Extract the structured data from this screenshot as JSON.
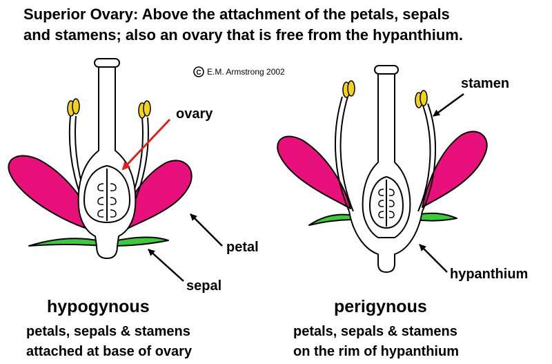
{
  "title_line1": "Superior Ovary:  Above the attachment of the petals, sepals",
  "title_line2": "and stamens; also an ovary that is free from the hypanthium.",
  "copyright": "E.M. Armstrong 2002",
  "copyright_symbol": "C",
  "labels": {
    "ovary": "ovary",
    "stamen": "stamen",
    "petal": "petal",
    "sepal": "sepal",
    "hypanthium": "hypanthium"
  },
  "left_flower": {
    "name": "hypogynous",
    "caption_line1": "petals, sepals & stamens",
    "caption_line2": "attached at base of ovary"
  },
  "right_flower": {
    "name": "perigynous",
    "caption_line1": "petals, sepals & stamens",
    "caption_line2": "on the rim of hypanthium"
  },
  "colors": {
    "petal": "#e8107a",
    "sepal": "#3ec83e",
    "anther": "#f2d21a",
    "ovary_arrow": "#e0201b",
    "outline": "#000000"
  }
}
